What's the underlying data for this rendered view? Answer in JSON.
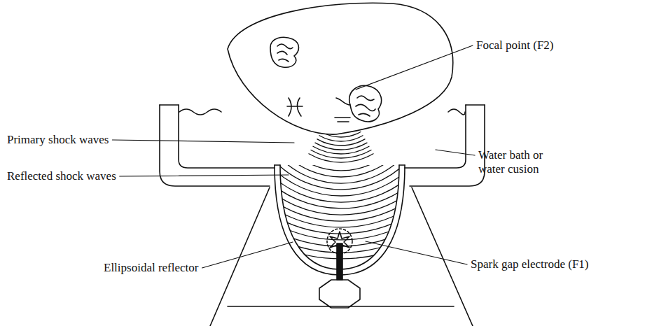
{
  "diagram": {
    "labels": [
      "Focal point (F2)",
      "Primary shock waves",
      "Reflected shock waves",
      "Water bath or water cusion",
      "Ellipsoidal reflector",
      "Spark gap electrode (F1)"
    ]
  }
}
